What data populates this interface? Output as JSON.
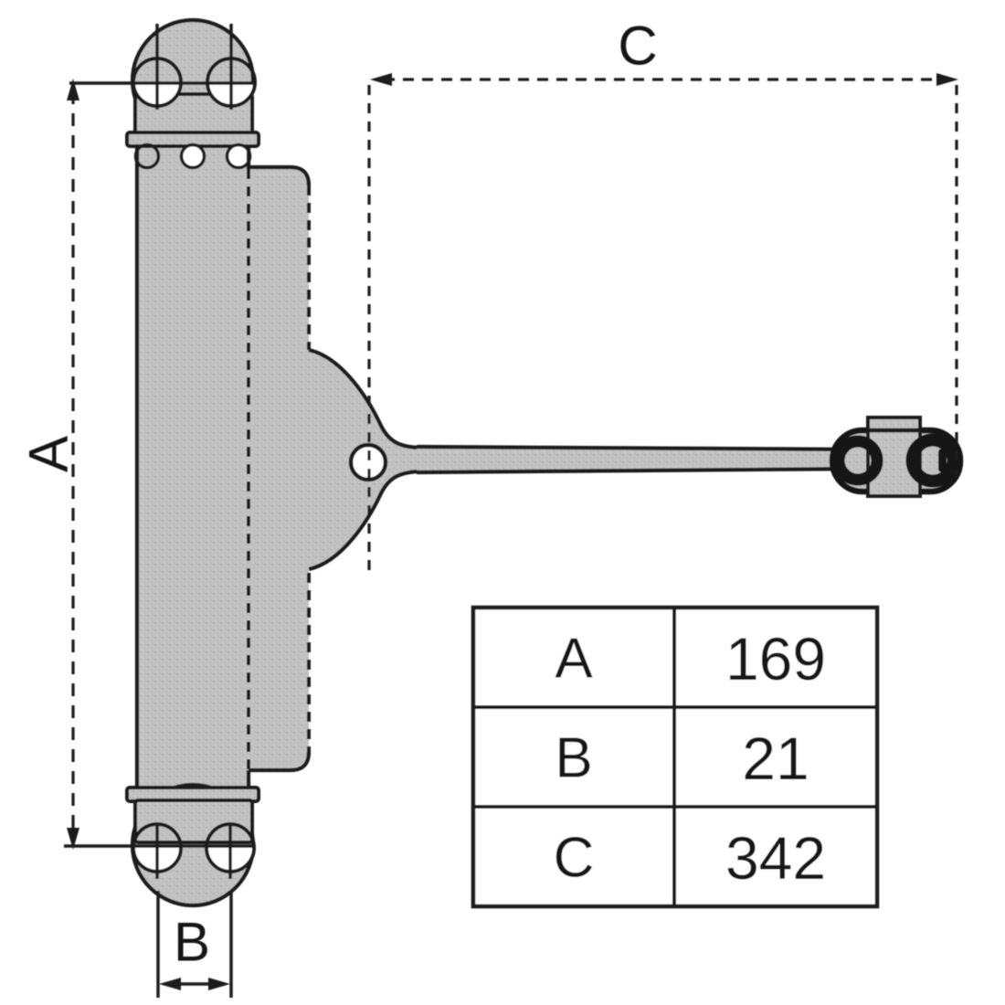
{
  "drawing": {
    "type": "door-closer technical drawing",
    "dimension_labels": {
      "a": "A",
      "b": "B",
      "c": "C"
    }
  },
  "table": {
    "rows": [
      {
        "label": "A",
        "value": "169"
      },
      {
        "label": "B",
        "value": "21"
      },
      {
        "label": "C",
        "value": "342"
      }
    ]
  },
  "colors": {
    "line": "#1c1c1c",
    "fill": "#c2c2c2",
    "speckle": "#b2b2b2",
    "background": "#ffffff",
    "table_bg": "#ffffff"
  }
}
